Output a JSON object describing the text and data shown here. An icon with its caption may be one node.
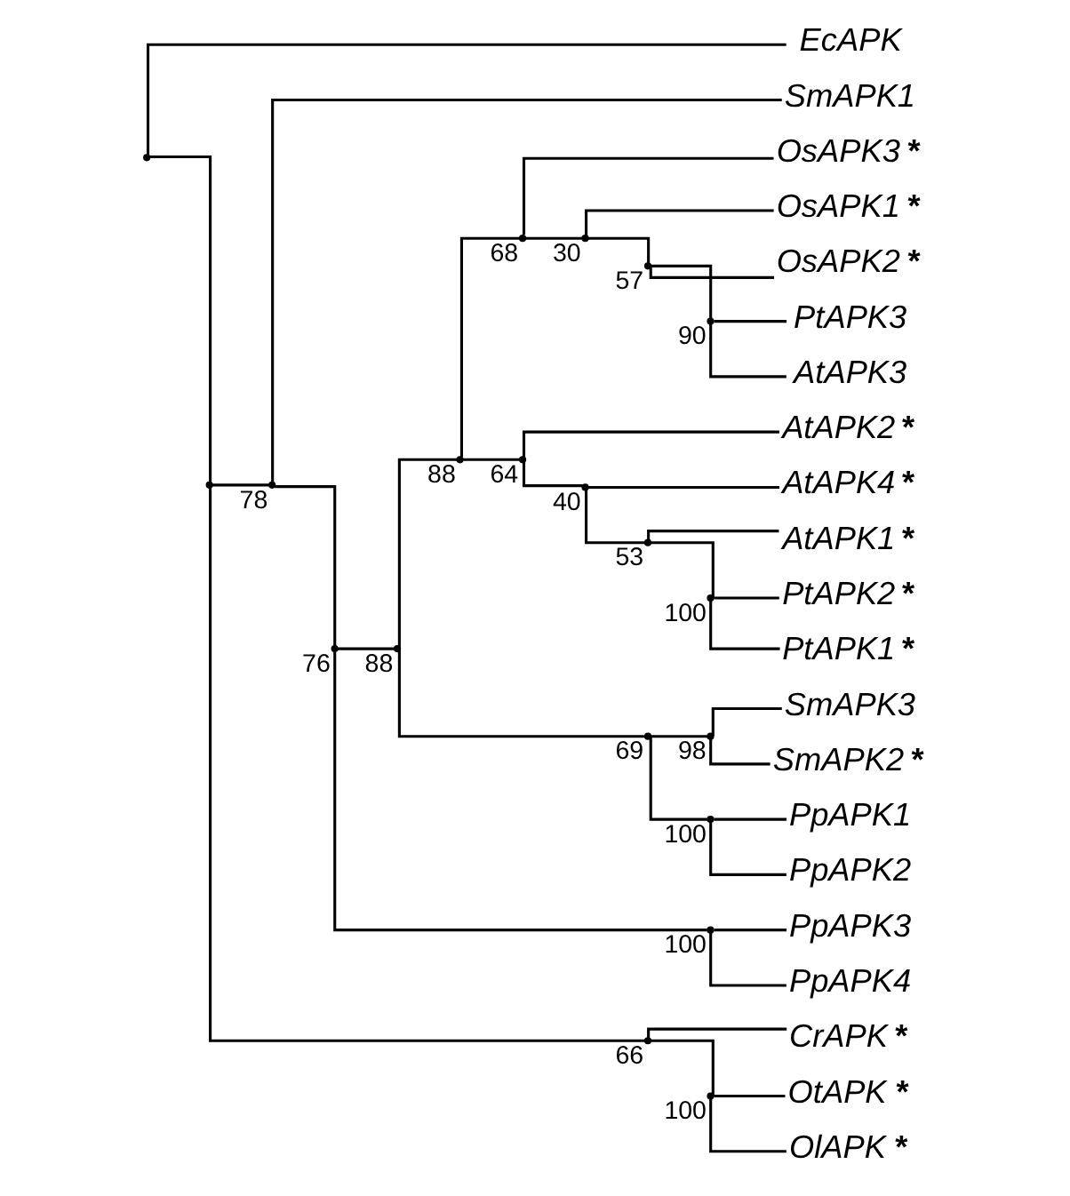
{
  "diagram": {
    "nodes": [
      {
        "text": [
          "PtAPK3"
        ]
      },
      {
        "text": [
          "AtAPK3"
        ]
      },
      {
        "text": [
          "OsAPK2"
        ],
        "beside": [
          "*"
        ]
      },
      {
        "text": [
          "OsAPK1"
        ],
        "beside": [
          "*"
        ]
      },
      {
        "text": [
          "OsAPK3"
        ],
        "beside": [
          "*"
        ]
      },
      {
        "text": [
          "AtAPK2"
        ],
        "beside": [
          "*"
        ]
      },
      {
        "text": [
          "AtAPK4"
        ],
        "beside": [
          "*"
        ]
      },
      {
        "text": [
          "AtAPK1"
        ],
        "beside": [
          "*"
        ]
      },
      {
        "text": [
          "PtAPK2"
        ],
        "beside": [
          "*"
        ]
      },
      {
        "text": [
          "PtAPK1"
        ],
        "beside": [
          "*"
        ]
      },
      {
        "text": [
          "SmAPK3"
        ]
      },
      {
        "text": [
          "SmAPK2"
        ],
        "beside": [
          "*"
        ]
      },
      {
        "text": [
          "PpAPK1"
        ]
      },
      {
        "text": [
          "PpAPK2"
        ]
      },
      {
        "text": [
          "PpAPK3"
        ]
      },
      {
        "text": [
          "PpAPK4"
        ]
      },
      {
        "text": [
          "SmAPK1"
        ]
      },
      {
        "text": [
          "CrAPK"
        ],
        "beside": [
          "*"
        ]
      },
      {
        "text": [
          "OtAPK"
        ],
        "beside": [
          "*"
        ]
      },
      {
        "text": [
          "OlAPK"
        ],
        "beside": [
          "*"
        ]
      },
      {
        "text": [
          "EcAPK"
        ]
      },
      {
        "text": [],
        "shape": "point"
      },
      {
        "text": [],
        "shape": "point"
      },
      {
        "text": [],
        "shape": "point",
        "beside": [
          "78"
        ]
      },
      {
        "text": [],
        "shape": "point",
        "beside": [
          "76"
        ]
      },
      {
        "text": [],
        "shape": "point",
        "beside": [
          "88"
        ]
      },
      {
        "text": [],
        "shape": "point",
        "beside": [
          "88"
        ]
      },
      {
        "text": [],
        "shape": "point",
        "beside": [
          "68"
        ]
      },
      {
        "text": [],
        "shape": "point",
        "beside": [
          "30"
        ]
      },
      {
        "text": [],
        "shape": "point",
        "beside": [
          "57"
        ]
      },
      {
        "text": [],
        "shape": "point",
        "beside": [
          "90"
        ]
      },
      {
        "text": [],
        "shape": "point",
        "beside": [
          "64"
        ]
      },
      {
        "text": [],
        "shape": "point",
        "beside": [
          "40"
        ]
      },
      {
        "text": [],
        "shape": "point",
        "beside": [
          "53"
        ]
      },
      {
        "text": [],
        "shape": "point",
        "beside": [
          "100"
        ]
      },
      {
        "text": [],
        "shape": "point",
        "beside": [
          "69"
        ]
      },
      {
        "text": [],
        "shape": "point",
        "beside": [
          "98"
        ]
      },
      {
        "text": [],
        "shape": "point",
        "beside": [
          "100"
        ]
      },
      {
        "text": [],
        "shape": "point",
        "beside": [
          "100"
        ]
      },
      {
        "text": [],
        "shape": "point",
        "beside": [
          "66"
        ]
      },
      {
        "text": [],
        "shape": "point",
        "beside": [
          "100"
        ]
      }
    ],
    "edges": [
      {
        "from": 21,
        "to": 22,
        "arrow": "none"
      },
      {
        "from": 21,
        "to": 20,
        "arrow": "none"
      },
      {
        "from": 22,
        "to": 23,
        "arrow": "none"
      },
      {
        "from": 22,
        "to": 39,
        "arrow": "none"
      },
      {
        "from": 23,
        "to": 24,
        "arrow": "none"
      },
      {
        "from": 23,
        "to": 16,
        "arrow": "none"
      },
      {
        "from": 24,
        "to": 25,
        "arrow": "none"
      },
      {
        "from": 24,
        "to": 38,
        "arrow": "none"
      },
      {
        "from": 25,
        "to": 26,
        "arrow": "none"
      },
      {
        "from": 25,
        "to": 35,
        "arrow": "none"
      },
      {
        "from": 26,
        "to": 27,
        "arrow": "none"
      },
      {
        "from": 26,
        "to": 31,
        "arrow": "none"
      },
      {
        "from": 27,
        "to": 28,
        "arrow": "none"
      },
      {
        "from": 27,
        "to": 4,
        "arrow": "none"
      },
      {
        "from": 28,
        "to": 29,
        "arrow": "none"
      },
      {
        "from": 28,
        "to": 3,
        "arrow": "none"
      },
      {
        "from": 29,
        "to": 30,
        "arrow": "none"
      },
      {
        "from": 29,
        "to": 2,
        "arrow": "none"
      },
      {
        "from": 30,
        "to": 0,
        "arrow": "none"
      },
      {
        "from": 30,
        "to": 1,
        "arrow": "none"
      },
      {
        "from": 31,
        "to": 5,
        "arrow": "none"
      },
      {
        "from": 31,
        "to": 32,
        "arrow": "none"
      },
      {
        "from": 32,
        "to": 6,
        "arrow": "none"
      },
      {
        "from": 32,
        "to": 33,
        "arrow": "none"
      },
      {
        "from": 33,
        "to": 7,
        "arrow": "none"
      },
      {
        "from": 33,
        "to": 34,
        "arrow": "none"
      },
      {
        "from": 34,
        "to": 8,
        "arrow": "none"
      },
      {
        "from": 34,
        "to": 9,
        "arrow": "none"
      },
      {
        "from": 35,
        "to": 36,
        "arrow": "none"
      },
      {
        "from": 35,
        "to": 37,
        "arrow": "none"
      },
      {
        "from": 36,
        "to": 10,
        "arrow": "none"
      },
      {
        "from": 36,
        "to": 11,
        "arrow": "none"
      },
      {
        "from": 37,
        "to": 12,
        "arrow": "none"
      },
      {
        "from": 37,
        "to": 13,
        "arrow": "none"
      },
      {
        "from": 38,
        "to": 14,
        "arrow": "none"
      },
      {
        "from": 38,
        "to": 15,
        "arrow": "none"
      },
      {
        "from": 39,
        "to": 17,
        "arrow": "none"
      },
      {
        "from": 39,
        "to": 40,
        "arrow": "none"
      },
      {
        "from": 40,
        "to": 18,
        "arrow": "none"
      },
      {
        "from": 40,
        "to": 19,
        "arrow": "none"
      }
    ]
  }
}
